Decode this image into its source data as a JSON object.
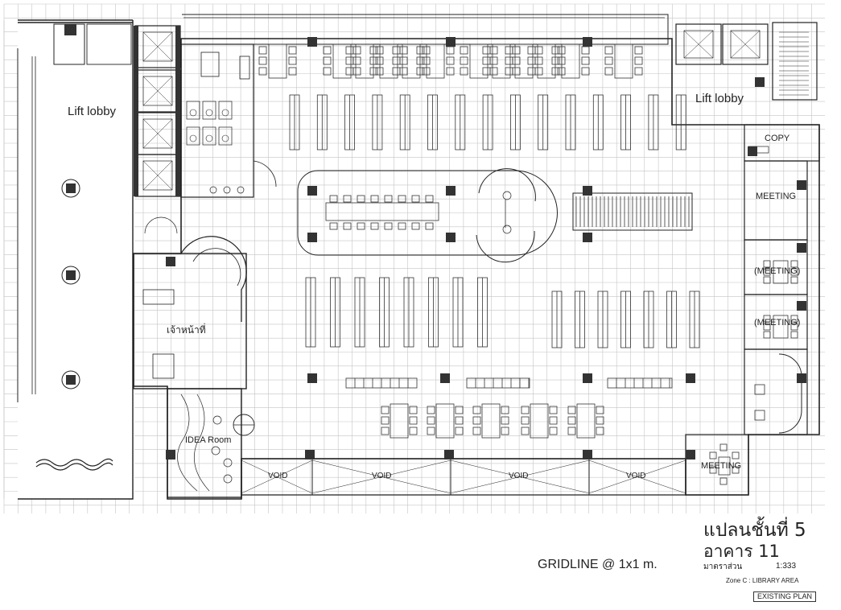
{
  "plan": {
    "labels": {
      "lift_lobby_left": "Lift lobby",
      "lift_lobby_right": "Lift lobby",
      "copy": "COPY",
      "meeting_1": "MEETING",
      "meeting_2": "(MEETING)",
      "meeting_3": "(MEETING)",
      "meeting_4": "MEETING",
      "staff": "เจ้าหน้าที่",
      "idea_room": "IDEA Room",
      "void": "VOID"
    }
  },
  "title_block": {
    "title_line1": "แปลนชั้นที่ 5",
    "title_line2": "อาคาร 11",
    "gridline": "GRIDLINE @ 1x1 m.",
    "scale_label": "มาตราส่วน",
    "scale_value": "1:333",
    "zone": "Zone C : LIBRARY AREA",
    "status": "EXISTING PLAN"
  },
  "colors": {
    "line": "#222222",
    "grid": "#bdbdbd",
    "fill": "#555555"
  }
}
